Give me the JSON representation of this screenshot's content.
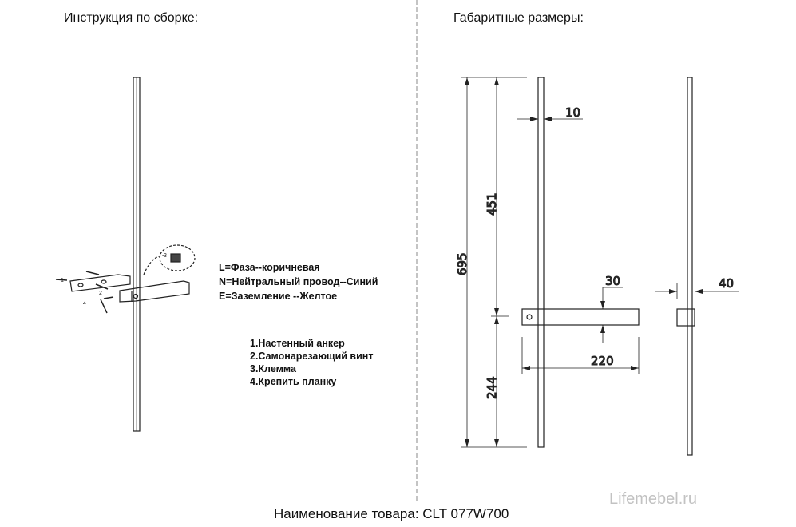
{
  "left_title": "Инструкция по сборке:",
  "right_title": "Габаритные размеры:",
  "wiring": [
    "L=Фаза--коричневая",
    "N=Нейтральный провод--Синий",
    "E=Заземление --Желтое"
  ],
  "parts": [
    "1.Настенный анкер",
    "2.Самонарезающий винт",
    "3.Клемма",
    "4.Крепить планку"
  ],
  "callouts": [
    "1",
    "2",
    "3",
    "4"
  ],
  "dimensions": {
    "total_height": "695",
    "upper_height": "451",
    "lower_height": "244",
    "bar_width": "10",
    "bracket_height": "30",
    "bracket_length": "220",
    "depth": "40"
  },
  "product_name": "Наименование товара: CLT 077W700",
  "watermark": "Lifemebel.ru"
}
